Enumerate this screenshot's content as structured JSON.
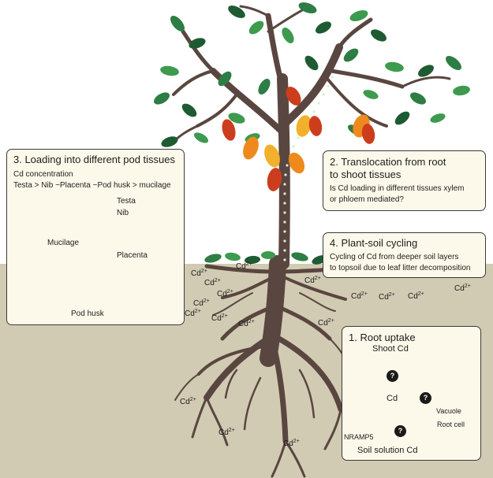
{
  "colors": {
    "soil": "#d2cbb3",
    "trunk": "#5a4640",
    "leaf_dark": "#1f5b32",
    "leaf_mid": "#2e7d44",
    "leaf_light": "#3d9a4e",
    "pod_red": "#cc3d1e",
    "pod_orange": "#ee8a1d",
    "pod_yellow": "#f2b12a",
    "box_fill": "#fdf9ea",
    "arrow_red": "#d6532a",
    "xylem_dots": "#d9eccf"
  },
  "icons": [
    "tree-illustration",
    "cacao-pod-icon",
    "cacao-bean-icon",
    "root-cell-icon",
    "vacuole-icon",
    "transporter-icon"
  ],
  "box_pod_tissues": {
    "title": "3. Loading into different pod tissues",
    "line1": "Cd concentration",
    "line2": "Testa > Nib ~Placenta ~Pod husk > mucilage"
  },
  "bean_labels": {
    "testa": "Testa",
    "nib": "Nib"
  },
  "pod_labels": {
    "mucilage": "Mucilage",
    "placenta": "Placenta",
    "pod_husk": "Pod husk"
  },
  "box_translocation": {
    "title_line1": "2. Translocation from root",
    "title_line2": "to shoot tissues",
    "body_line1": "Is Cd loading in different tissues xylem",
    "body_line2": "or phloem mediated?"
  },
  "box_cycling": {
    "title": "4. Plant-soil cycling",
    "body_line1": "Cycling of Cd from deeper soil layers",
    "body_line2": "to topsoil due to leaf litter decomposition"
  },
  "box_root_uptake": {
    "title": "1. Root uptake",
    "shoot_cd": "Shoot Cd",
    "cd": "Cd",
    "vacuole": "Vacuole",
    "root_cell": "Root cell",
    "nramp5": "NRAMP5",
    "soil_solution": "Soil solution Cd",
    "unknown": "?"
  },
  "cd_ion": {
    "base": "Cd",
    "charge": "2+"
  }
}
